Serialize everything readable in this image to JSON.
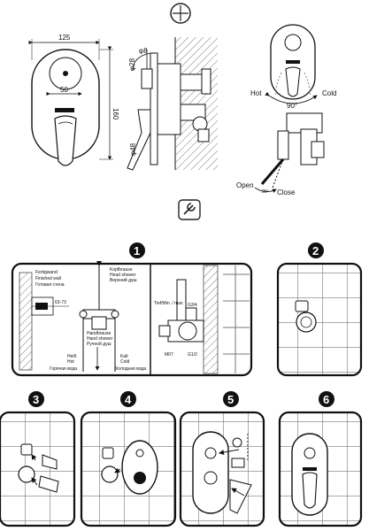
{
  "top_drawing": {
    "dim_width": "125",
    "dim_inner": "50",
    "dim_height": "160",
    "dim_phi8": "φ8",
    "dim_phi28": "φ28",
    "dim_phi48": "φ48",
    "label_hot": "Hot",
    "label_cold": "Cold",
    "angle_90": "90°",
    "label_open": "Open",
    "label_close": "Close",
    "angle_25": "25°"
  },
  "steps": [
    "1",
    "2",
    "3",
    "4",
    "5",
    "6"
  ],
  "step1": {
    "finished_wall_de": "Fertigwand",
    "finished_wall_en": "Finished wall",
    "finished_wall_ru": "Готовая стена",
    "range": "63-73",
    "kopfbrause_de": "Kopfbrause",
    "kopfbrause_en": "Head shower",
    "kopfbrause_ru": "Верхний душ",
    "handbrause_de": "Handbrause",
    "handbrause_en": "Hand shower",
    "handbrause_ru": "Ручной душ",
    "heiss_de": "Heiß",
    "heiss_en": "Hot",
    "heiss_ru": "Горячая вода",
    "kalt_de": "Kalt",
    "kalt_en": "Cold",
    "kalt_ru": "Холодная вода",
    "tiefe": "Tief/Min. / max",
    "m07": "M07",
    "g_size": "G3/4",
    "r_size": "G1/2"
  }
}
